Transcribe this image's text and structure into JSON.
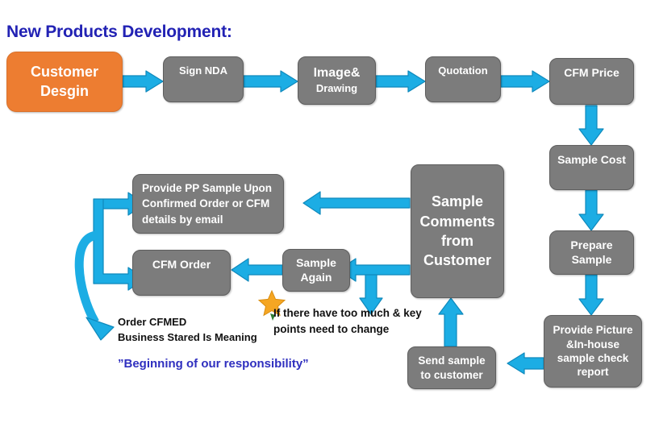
{
  "title": "New Products Development:",
  "colors": {
    "title": "#2222B4",
    "process_box": "#7C7C7C",
    "start_box": "#ED7D31",
    "arrow": "#1CADE4",
    "arrow_stroke": "#0F89BC",
    "star": "#F5A623",
    "annotation": "#111111",
    "annotation_highlight": "#2F2FBF",
    "background": "#FFFFFF"
  },
  "nodes": {
    "customer_design": "Customer\nDesgin",
    "sign_nda": "Sign NDA",
    "image_drawing_line1": "Image&",
    "image_drawing_line2": "Drawing",
    "quotation": "Quotation",
    "cfm_price": "CFM Price",
    "sample_cost": "Sample Cost",
    "prepare_sample": "Prepare\nSample",
    "provide_picture": "Provide Picture\n&In-house\nsample check\nreport",
    "send_sample": "Send sample\nto customer",
    "sample_comments": "Sample\nComments\nfrom\nCustomer",
    "sample_again": "Sample\nAgain",
    "cfm_order": "CFM Order",
    "provide_pp_sample": "Provide PP Sample Upon\nConfirmed Order or CFM\ndetails by email"
  },
  "annotations": {
    "condition_note": "If there have too much & key\npoints need to change",
    "order_note": "Order CFMED\nBusiness Stared Is  Meaning",
    "responsibility_note": "”Beginning of our responsibility”"
  },
  "icons": {
    "star": "star-icon"
  }
}
